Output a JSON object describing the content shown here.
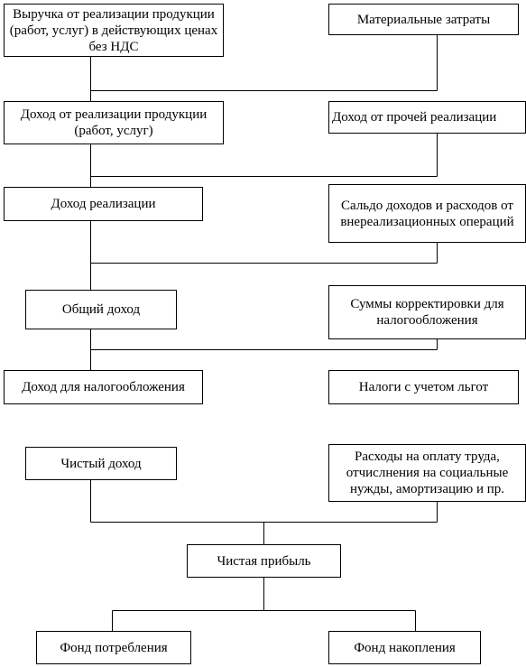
{
  "diagram": {
    "nodes": {
      "revenue": "Выручка от реализации продукции (работ, услуг) в действующих ценах без НДС",
      "material_costs": "Материальные затраты",
      "sales_income": "Доход от реализации продукции (работ, услуг)",
      "other_sales_income": "Доход от прочей реализации",
      "realization_income": "Доход реализации",
      "non_operating_balance": "Сальдо доходов и расходов от внереализационных операций",
      "total_income": "Общий доход",
      "tax_adjustments": "Суммы корректировки для налогообложения",
      "taxable_income": "Доход для налогообложения",
      "taxes_with_benefits": "Налоги с учетом льгот",
      "net_income": "Чистый доход",
      "labor_expenses": "Расходы на оплату труда, отчислнения на социальные нужды, амортизацию и пр.",
      "net_profit": "Чистая прибыль",
      "consumption_fund": "Фонд потребления",
      "accumulation_fund": "Фонд накопления"
    }
  }
}
